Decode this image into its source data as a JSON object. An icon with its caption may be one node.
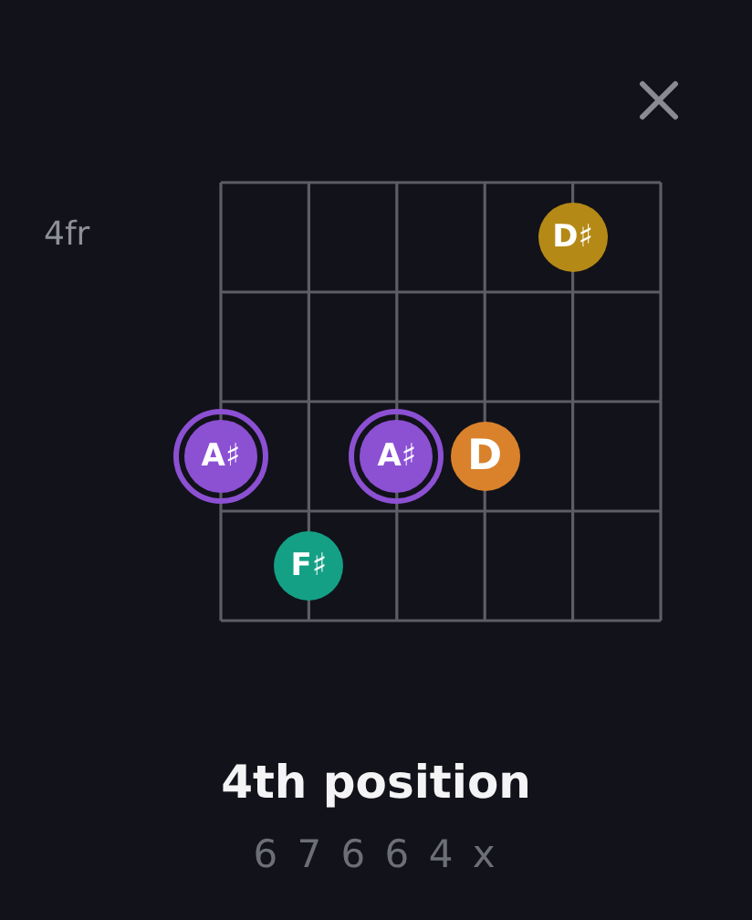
{
  "diagram": {
    "title": "4th position",
    "nodes": [
      {
        "text": [
          "D♯"
        ]
      },
      {
        "text": [
          "A♯"
        ]
      },
      {
        "text": [
          "A♯"
        ]
      },
      {
        "text": [
          "D"
        ]
      },
      {
        "text": [
          "F♯"
        ]
      }
    ],
    "labels": [
      "4fr",
      "6 7 6 6 4 x"
    ]
  }
}
